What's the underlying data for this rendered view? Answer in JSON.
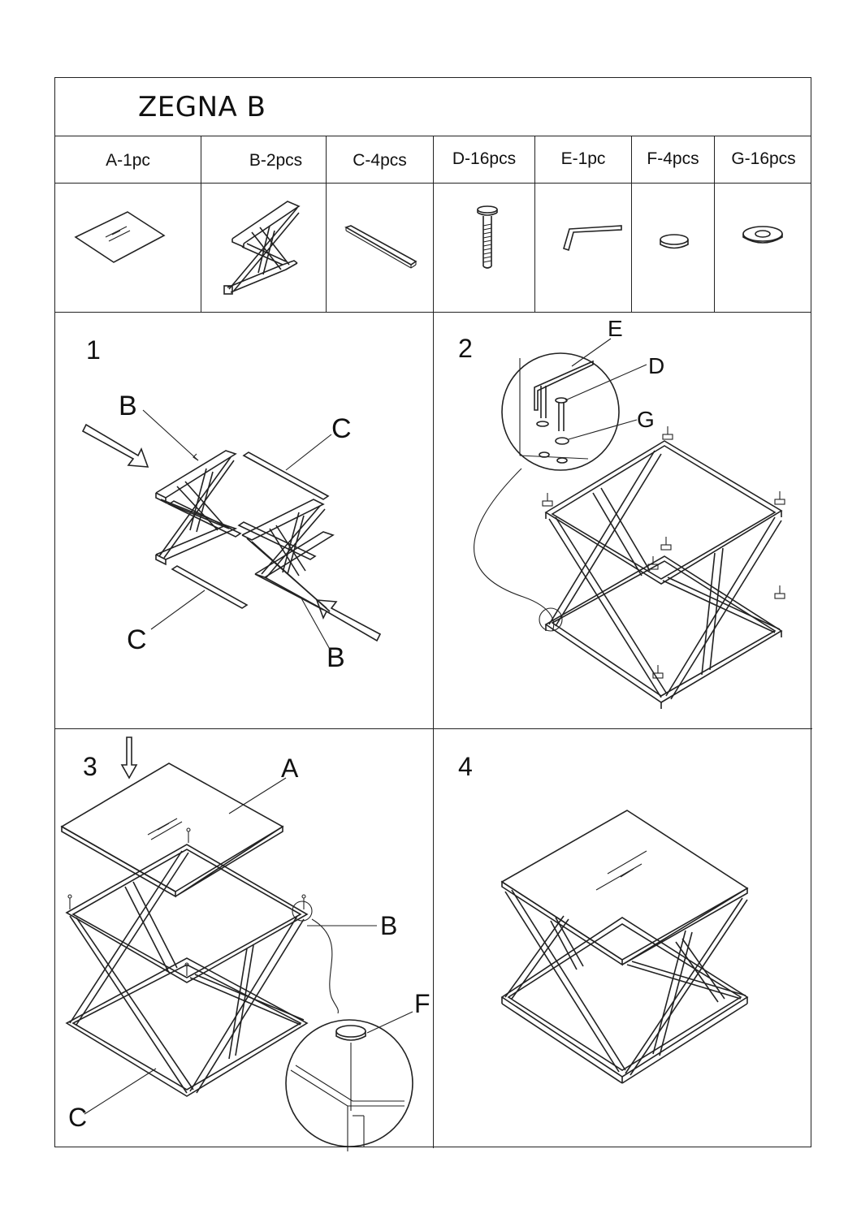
{
  "title": "ZEGNA B",
  "parts": [
    {
      "label": "A-1pc",
      "icon": "glass-top-icon"
    },
    {
      "label": "B-2pcs",
      "icon": "x-frame-icon"
    },
    {
      "label": "C-4pcs",
      "icon": "crossbar-icon"
    },
    {
      "label": "D-16pcs",
      "icon": "bolt-icon"
    },
    {
      "label": "E-1pc",
      "icon": "allen-key-icon"
    },
    {
      "label": "F-4pcs",
      "icon": "pad-icon"
    },
    {
      "label": "G-16pcs",
      "icon": "washer-icon"
    }
  ],
  "steps": [
    {
      "number": "1",
      "callouts": [
        "B",
        "C",
        "C",
        "B"
      ]
    },
    {
      "number": "2",
      "callouts": [
        "E",
        "D",
        "G"
      ]
    },
    {
      "number": "3",
      "callouts": [
        "A",
        "B",
        "F",
        "C"
      ]
    },
    {
      "number": "4",
      "callouts": []
    }
  ]
}
